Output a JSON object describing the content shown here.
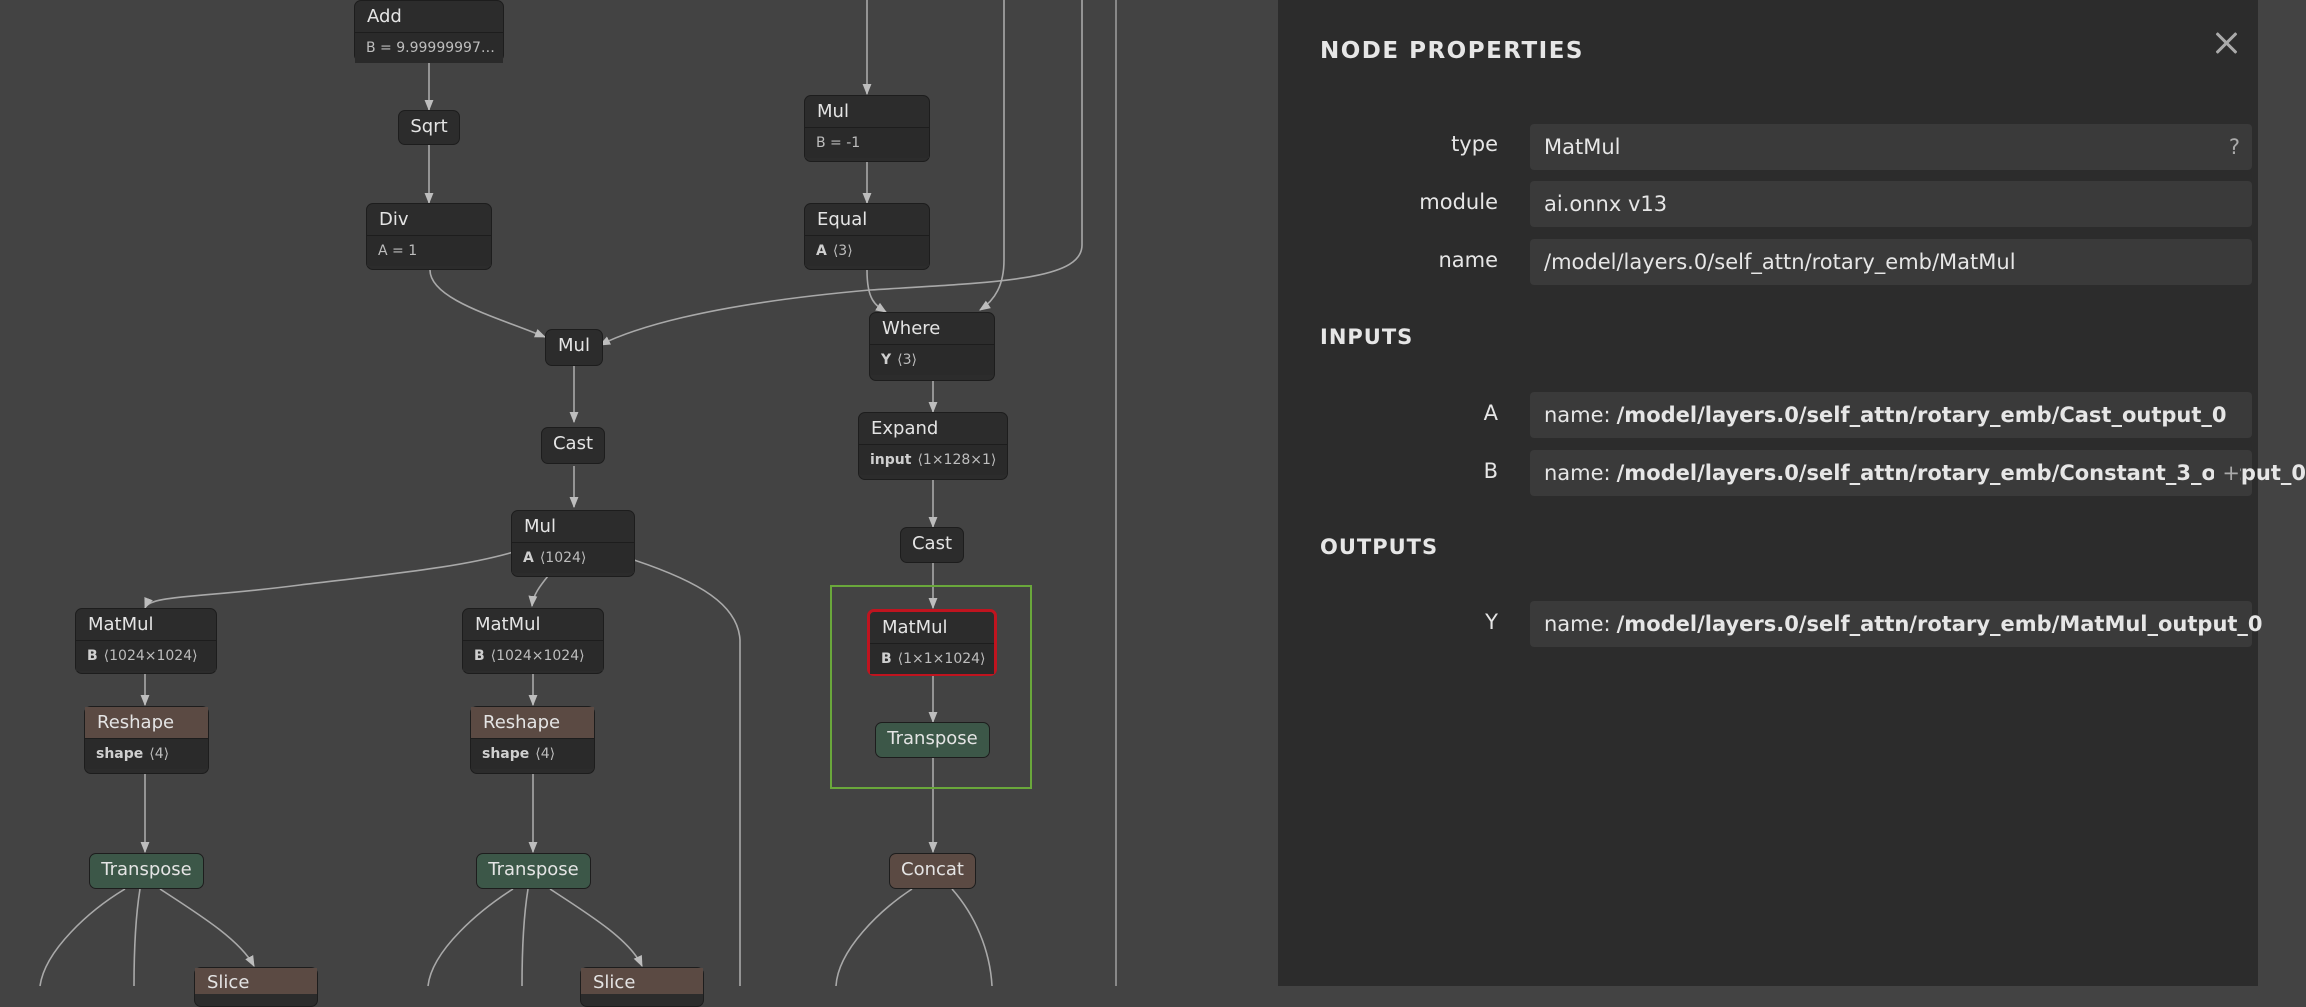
{
  "graph": {
    "nodes": {
      "add": {
        "label": "Add",
        "attr": "B = 9.99999997…"
      },
      "sqrt": {
        "label": "Sqrt"
      },
      "div": {
        "label": "Div",
        "attr": "A = 1"
      },
      "mul_b": {
        "label": "Mul",
        "attr": "B = -1"
      },
      "equal": {
        "label": "Equal",
        "attr_key": "A",
        "attr_val": "⟨3⟩"
      },
      "mul1": {
        "label": "Mul"
      },
      "where": {
        "label": "Where",
        "attr_key": "Y",
        "attr_val": "⟨3⟩"
      },
      "expand": {
        "label": "Expand",
        "attr_key": "input",
        "attr_val": "⟨1×128×1⟩"
      },
      "cast1": {
        "label": "Cast"
      },
      "cast2": {
        "label": "Cast"
      },
      "mul2": {
        "label": "Mul",
        "attr_key": "A",
        "attr_val": "⟨1024⟩"
      },
      "matmul_l": {
        "label": "MatMul",
        "attr_key": "B",
        "attr_val": "⟨1024×1024⟩"
      },
      "matmul_m": {
        "label": "MatMul",
        "attr_key": "B",
        "attr_val": "⟨1024×1024⟩"
      },
      "matmul_sel": {
        "label": "MatMul",
        "attr_key": "B",
        "attr_val": "⟨1×1×1024⟩"
      },
      "reshape_l": {
        "label": "Reshape",
        "attr_key": "shape",
        "attr_val": "⟨4⟩"
      },
      "reshape_m": {
        "label": "Reshape",
        "attr_key": "shape",
        "attr_val": "⟨4⟩"
      },
      "transpose_l": {
        "label": "Transpose"
      },
      "transpose_m": {
        "label": "Transpose"
      },
      "transpose_r": {
        "label": "Transpose"
      },
      "concat": {
        "label": "Concat"
      },
      "slice_l": {
        "label": "Slice"
      },
      "slice_m": {
        "label": "Slice"
      }
    }
  },
  "panel": {
    "title": "NODE PROPERTIES",
    "close_icon": "close-icon",
    "type_label": "type",
    "type_value": "MatMul",
    "type_help": "?",
    "module_label": "module",
    "module_value": "ai.onnx v13",
    "name_label": "name",
    "name_value": "/model/layers.0/self_attn/rotary_emb/MatMul",
    "inputs_title": "INPUTS",
    "input_a_label": "A",
    "input_a_key": "name:",
    "input_a_value": "/model/layers.0/self_attn/rotary_emb/Cast_output_0",
    "input_b_label": "B",
    "input_b_key": "name:",
    "input_b_value": "/model/layers.0/self_attn/rotary_emb/Constant_3_output_0",
    "input_b_expand": "+",
    "outputs_title": "OUTPUTS",
    "output_y_label": "Y",
    "output_y_key": "name:",
    "output_y_value": "/model/layers.0/self_attn/rotary_emb/MatMul_output_0"
  },
  "colors": {
    "canvas": "#434343",
    "panel": "#2c2c2c",
    "node": "#2c2c2c",
    "shape_node": "#5b4a43",
    "transpose_node": "#3c5748",
    "selection": "#c0141f",
    "cluster": "#6aa83b"
  }
}
